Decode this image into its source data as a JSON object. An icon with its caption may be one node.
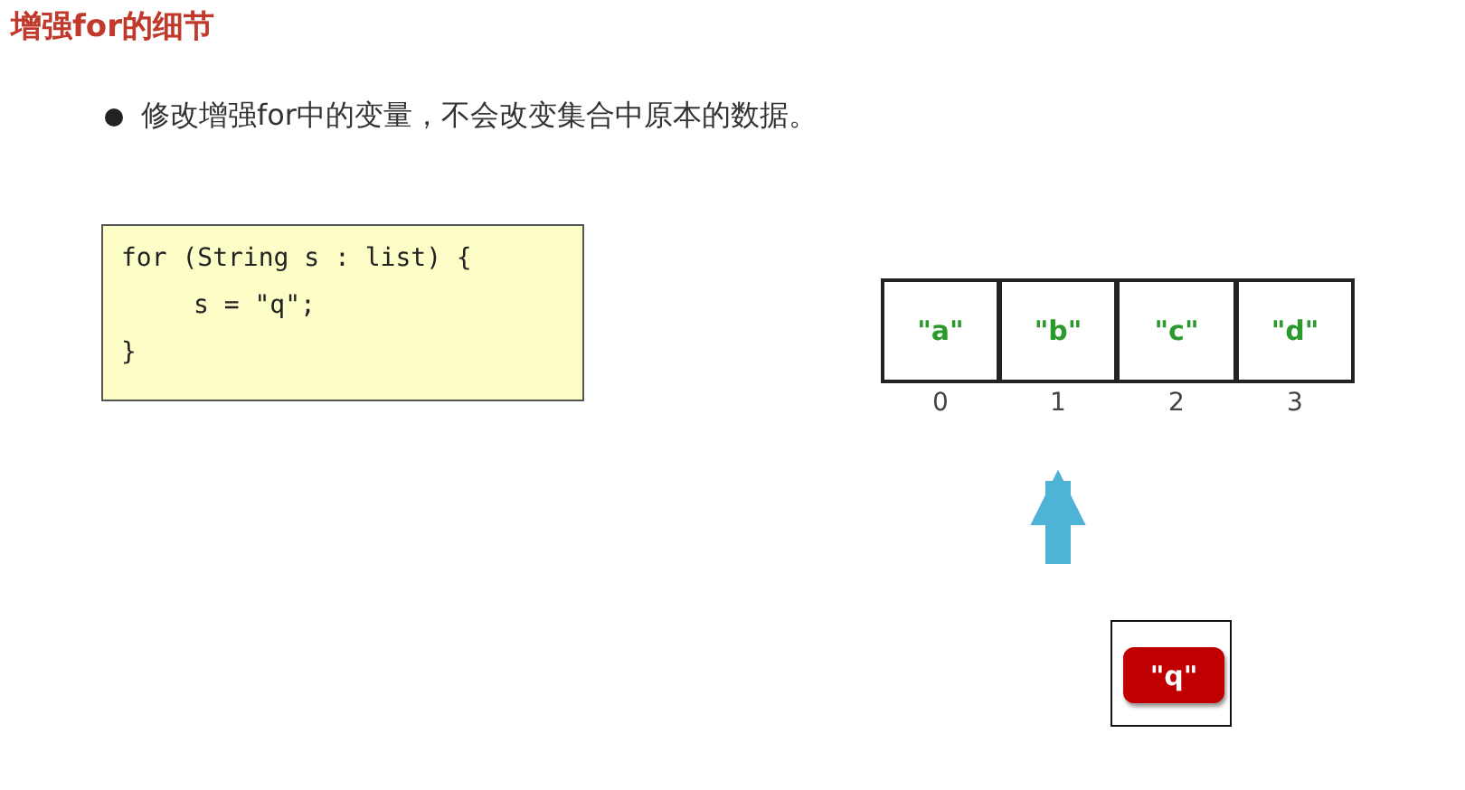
{
  "diagram": {
    "title": "增强for的细节",
    "nodes": [
      {
        "text": [
          "for (String s : list) {",
          "s = \"q\";",
          "}"
        ]
      },
      {
        "text": [
          "\"a\""
        ],
        "beside": [
          "0"
        ]
      },
      {
        "text": [
          "\"b\""
        ],
        "beside": [
          "1"
        ]
      },
      {
        "text": [
          "\"c\""
        ],
        "beside": [
          "2"
        ]
      },
      {
        "text": [
          "\"d\""
        ],
        "beside": [
          "3"
        ]
      },
      {
        "text": [],
        "shape": "box"
      },
      {
        "text": [
          "\"q\""
        ],
        "in": 5
      }
    ],
    "edges": [
      {
        "from": null,
        "to": 2,
        "arrow": "to"
      }
    ],
    "labels": [
      "修改增强for中的变量，不会改变集合中原本的数据。"
    ]
  }
}
